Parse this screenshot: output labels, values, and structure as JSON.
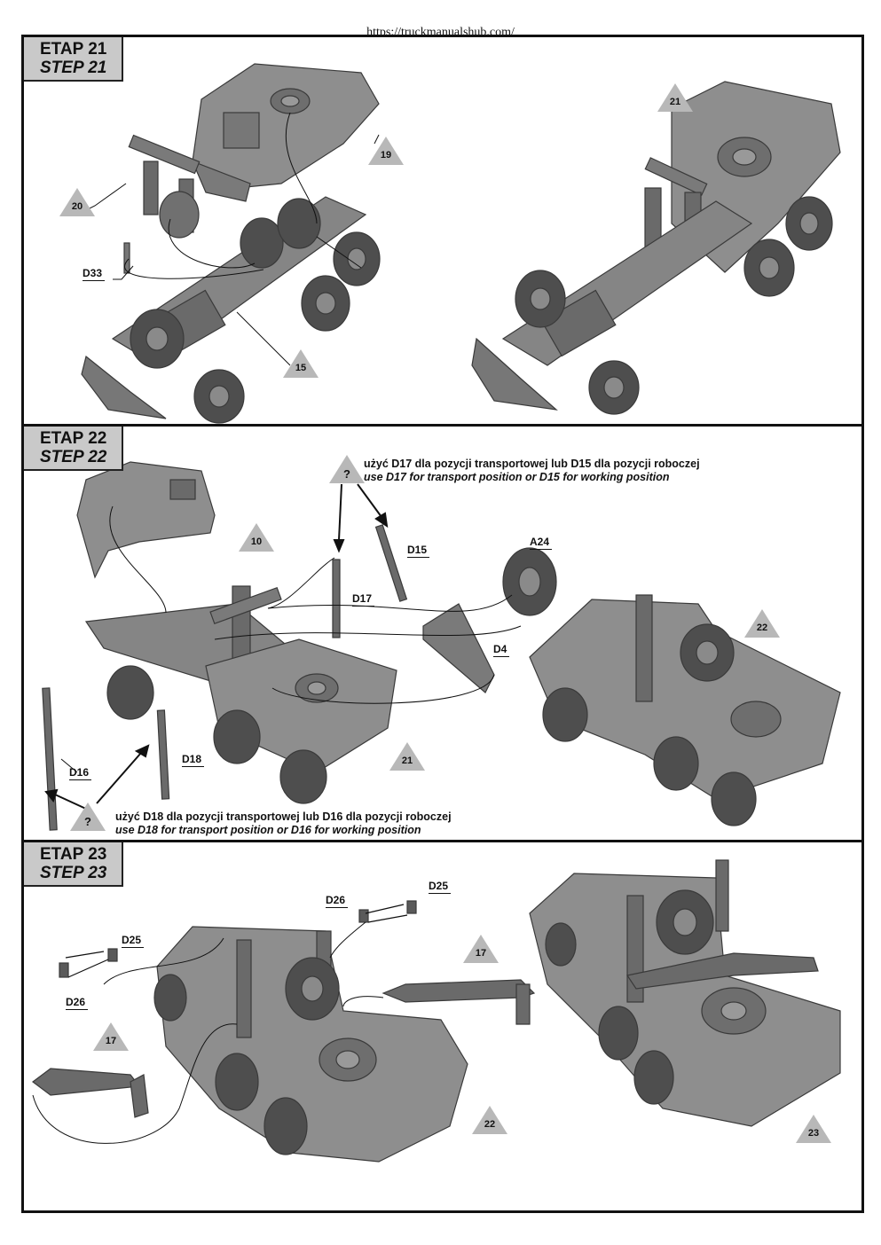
{
  "source_url": "https://truckmanualshub.com/",
  "steps": [
    {
      "pl": "ETAP 21",
      "en": "STEP 21",
      "callouts": [
        "19",
        "20",
        "15",
        "21"
      ],
      "parts": [
        "D33"
      ]
    },
    {
      "pl": "ETAP 22",
      "en": "STEP 22",
      "callouts": [
        "10",
        "21",
        "22",
        "?",
        "?"
      ],
      "parts": [
        "D15",
        "D17",
        "A24",
        "D4",
        "D16",
        "D18"
      ],
      "note_top_pl": "użyć D17 dla pozycji transportowej lub D15 dla pozycji roboczej",
      "note_top_en": "use D17 for transport position or D15 for working position",
      "note_bottom_pl": "użyć D18 dla pozycji transportowej lub D16 dla pozycji roboczej",
      "note_bottom_en": "use D18 for transport position or D16 for working position"
    },
    {
      "pl": "ETAP 23",
      "en": "STEP 23",
      "callouts": [
        "17",
        "17",
        "22",
        "23"
      ],
      "parts": [
        "D26",
        "D25",
        "D25",
        "D26"
      ]
    }
  ],
  "colors": {
    "border": "#111111",
    "step_bg": "#c9c9c9",
    "callout_fill": "#b8b8b8",
    "model_gray": "#8c8c8c"
  }
}
